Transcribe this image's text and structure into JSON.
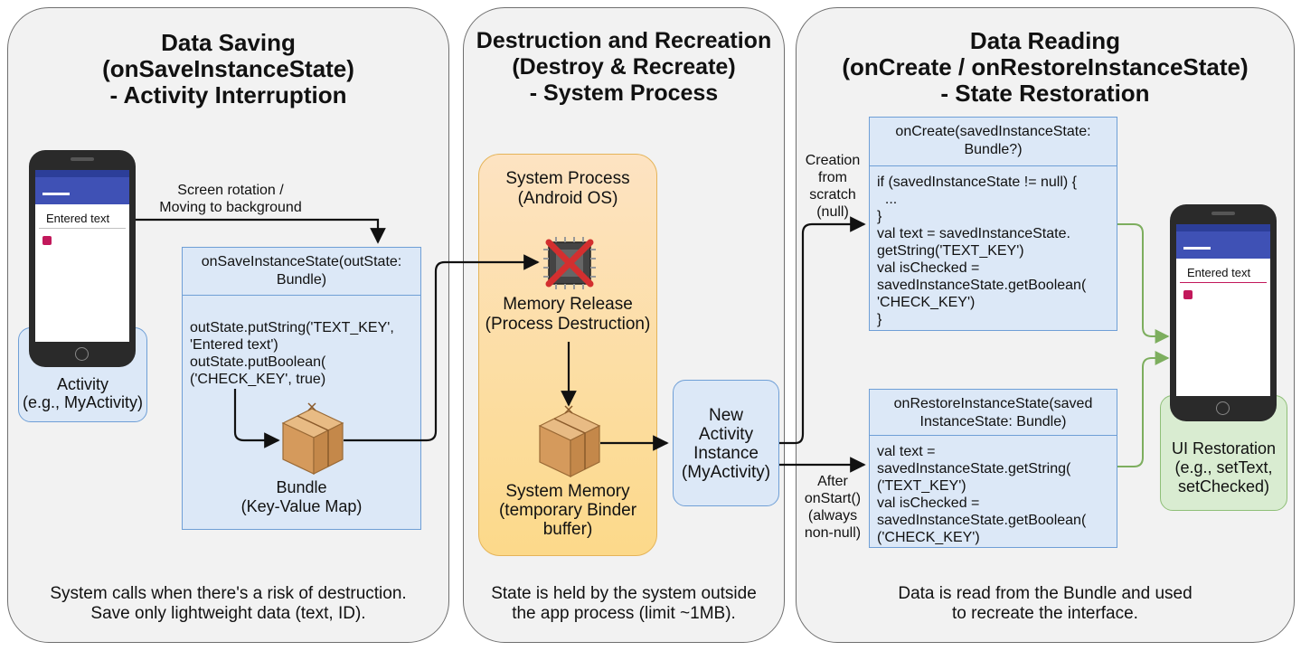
{
  "panels": {
    "left": {
      "title": "Data Saving\n(onSaveInstanceState)\n- Activity Interruption",
      "footer": "System calls when there's a risk of destruction.\nSave only lightweight data (text, ID)."
    },
    "middle": {
      "title": "Destruction and Recreation\n(Destroy & Recreate)\n- System Process",
      "footer": "State is held by the system outside\nthe app process (limit ~1MB)."
    },
    "right": {
      "title": "Data Reading\n(onCreate / onRestoreInstanceState)\n- State Restoration",
      "footer": "Data is read from the Bundle and used\nto recreate the interface."
    }
  },
  "left": {
    "phone": {
      "field_text": "Entered text"
    },
    "activity_label": "Activity\n(e.g., MyActivity)",
    "trigger_label": "Screen rotation /\nMoving to background",
    "save_box": {
      "header": "onSaveInstanceState(outState:\nBundle)",
      "code": "outState.putString('TEXT_KEY',\n'Entered text')\noutState.putBoolean(\n('CHECK_KEY', true)"
    },
    "bundle_label": "Bundle\n(Key-Value Map)"
  },
  "middle": {
    "system_title": "System Process\n(Android OS)",
    "memory_release": "Memory Release\n(Process Destruction)",
    "system_memory": "System Memory\n(temporary Binder\nbuffer)",
    "new_instance": "New\nActivity\nInstance\n(MyActivity)"
  },
  "right": {
    "creation_label": "Creation\nfrom\nscratch\n(null)",
    "after_label": "After\nonStart()\n(always\nnon-null)",
    "oncreate_box": {
      "header": "onCreate(savedInstanceState:\nBundle?)",
      "code": "if (savedInstanceState != null) {\n  ...\n}\nval text = savedInstanceState.\ngetString('TEXT_KEY')\nval isChecked =\nsavedInstanceState.getBoolean(\n'CHECK_KEY')\n}"
    },
    "restore_box": {
      "header": "onRestoreInstanceState(saved\nInstanceState: Bundle)",
      "code": "val text =\nsavedInstanceState.getString(\n('TEXT_KEY')\nval isChecked =\nsavedInstanceState.getBoolean(\n('CHECK_KEY')"
    },
    "phone": {
      "field_text": "Entered text"
    },
    "ui_restoration": "UI Restoration\n(e.g., setText,\nsetChecked)"
  },
  "colors": {
    "panel_bg": "#f2f2f2",
    "blue_box": "#dce8f7",
    "system_box": "#fcdca0",
    "green_box": "#d9ecd1",
    "arrow_black": "#111111",
    "arrow_green": "#7dae5e"
  }
}
